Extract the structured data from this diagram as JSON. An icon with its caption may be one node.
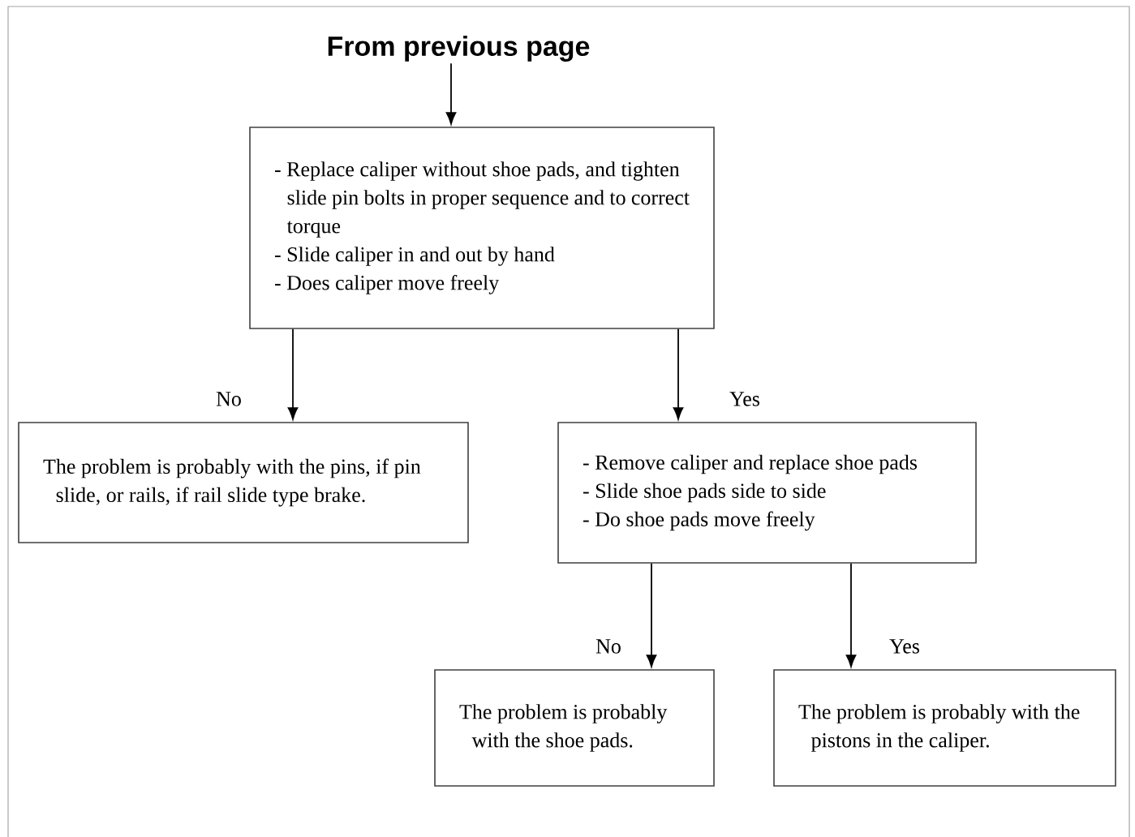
{
  "diagram": {
    "nodes": [
      {
        "text": [
          "From  previous page"
        ]
      },
      {
        "text": [
          "- Replace caliper without shoe pads, and tighten slide pin bolts in proper sequence and to correct torque",
          "- Slide caliper in and out by hand",
          "- Does caliper move freely"
        ]
      },
      {
        "text": [
          "The problem is probably with the pins, if pin slide, or rails, if rail slide type brake."
        ]
      },
      {
        "text": [
          "- Remove caliper and replace shoe pads",
          "- Slide shoe pads side to side",
          "- Do shoe pads move freely"
        ]
      },
      {
        "text": [
          "The problem is probably with the shoe pads."
        ]
      },
      {
        "text": [
          "The problem is probably with the pistons in the caliper."
        ]
      }
    ],
    "edges": [
      {
        "from": 0,
        "to": 1,
        "arrow": "to"
      },
      {
        "from": 1,
        "to": 2,
        "arrow": "to",
        "label": "No"
      },
      {
        "from": 1,
        "to": 3,
        "arrow": "to",
        "label": "Yes"
      },
      {
        "from": 3,
        "to": 4,
        "arrow": "to",
        "label": "No"
      },
      {
        "from": 3,
        "to": 5,
        "arrow": "to",
        "label": "Yes"
      }
    ]
  }
}
